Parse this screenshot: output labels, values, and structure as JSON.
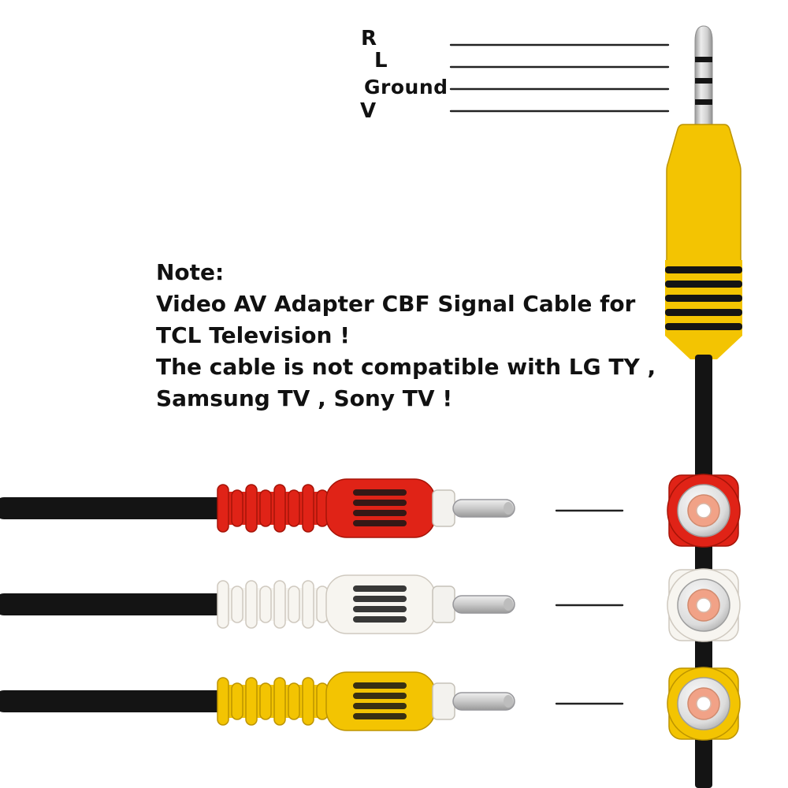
{
  "pin_labels": {
    "r": "R",
    "l": "L",
    "ground": "Ground",
    "v": "V"
  },
  "note": {
    "lines": [
      "Note:",
      "Video AV Adapter CBF Signal Cable for",
      "TCL Television !",
      "The cable is not compatible with LG TY ,",
      "Samsung TV , Sony TV !"
    ]
  },
  "icons": {
    "plug": "3.5mm-trrs-plug-icon",
    "rca_red": "rca-plug-red-icon",
    "rca_white": "rca-plug-white-icon",
    "rca_yellow": "rca-plug-yellow-icon"
  },
  "colors": {
    "red": "#e02317",
    "red_dark": "#a51408",
    "white_conn": "#f7f5f0",
    "white_dark": "#cfc9bf",
    "yellow": "#f3c402",
    "yellow_dark": "#bd9400",
    "cable": "#141414",
    "line": "#222222",
    "inner_ring": "#f1a287",
    "text": "#111111"
  }
}
